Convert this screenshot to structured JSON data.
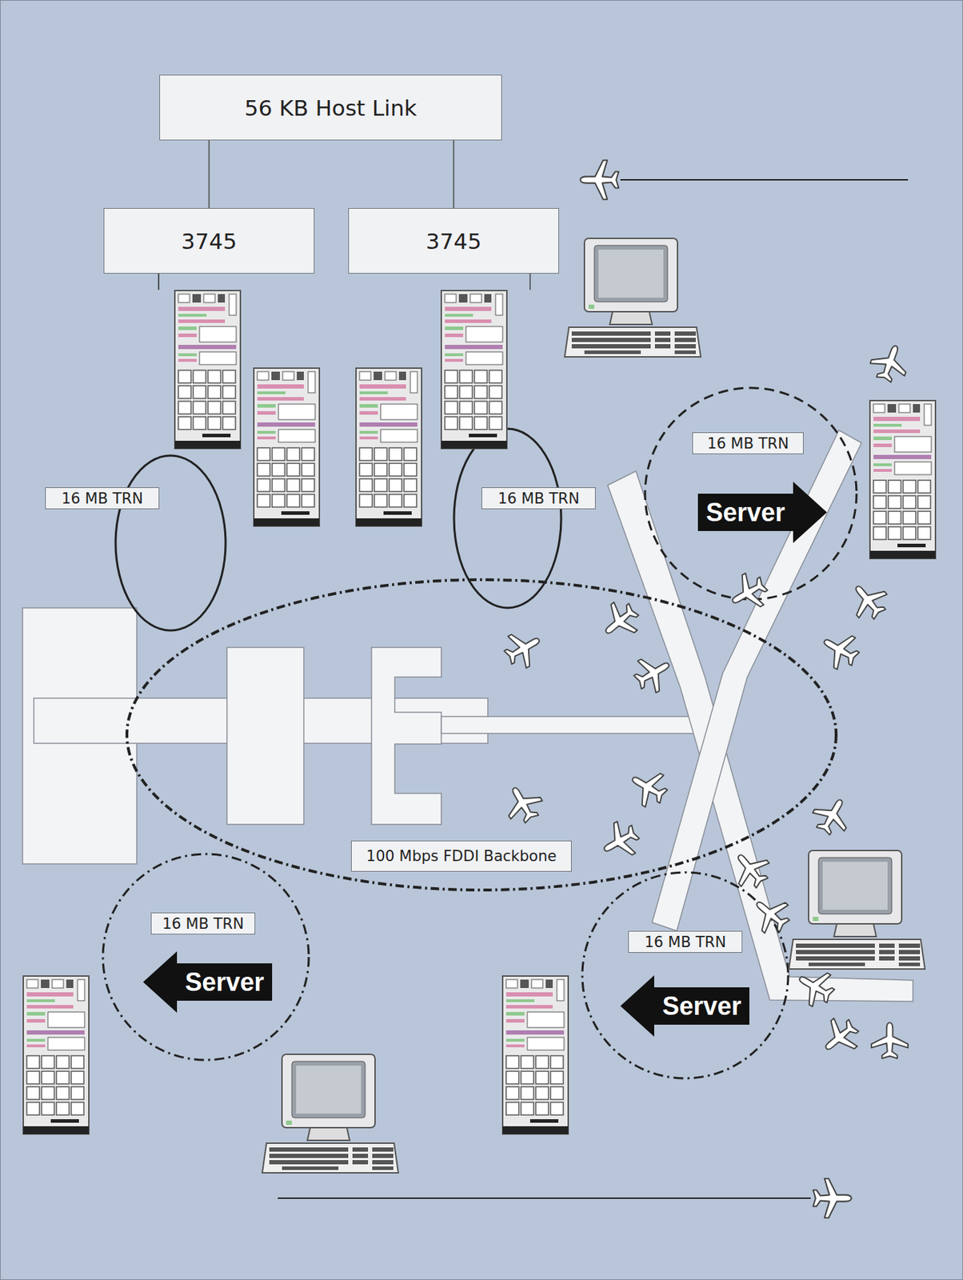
{
  "diagram": {
    "nodes": [
      {
        "text": [
          "56 KB Host Link"
        ]
      },
      {
        "text": [
          "3745"
        ]
      },
      {
        "text": [
          "3745"
        ]
      },
      {
        "text": [
          "16 MB TRN"
        ]
      },
      {
        "text": [
          "16 MB TRN"
        ]
      },
      {
        "text": [
          "16 MB TRN"
        ]
      },
      {
        "text": [
          "Server"
        ]
      },
      {
        "text": [
          "100 Mbps FDDI Backbone"
        ]
      },
      {
        "text": [
          "16 MB TRN"
        ]
      },
      {
        "text": [
          "Server"
        ]
      },
      {
        "text": [
          "16 MB TRN"
        ]
      },
      {
        "text": [
          "Server"
        ]
      }
    ],
    "edges": [
      {
        "from": 0,
        "to": 1,
        "arrow": "none"
      },
      {
        "from": 0,
        "to": 2,
        "arrow": "none"
      }
    ]
  }
}
